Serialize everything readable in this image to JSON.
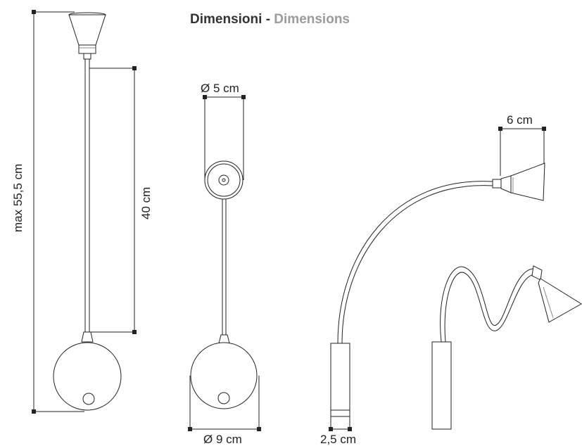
{
  "title": {
    "it": "Dimensioni",
    "separator": "-",
    "en": "Dimensions"
  },
  "dimensions": {
    "total_height": "max 55,5 cm",
    "arm_length": "40 cm",
    "head_diameter": "Ø 5 cm",
    "base_diameter": "Ø 9 cm",
    "head_length": "6 cm",
    "base_width": "2,5 cm"
  },
  "colors": {
    "line": "#222222",
    "title_en": "#9b9b9b"
  }
}
